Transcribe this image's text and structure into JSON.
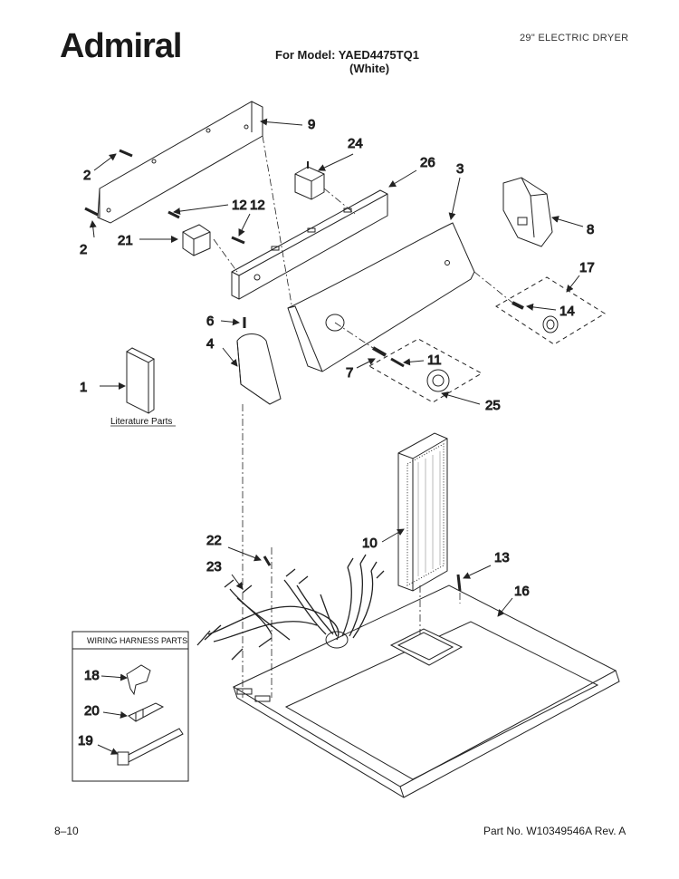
{
  "header": {
    "brand": "Admiral",
    "model_line": "For Model: YAED4475TQ1",
    "color_line": "(White)",
    "product": "29\" ELECTRIC DRYER"
  },
  "footer": {
    "page_number": "8–10",
    "part_number": "Part No. W10349546A Rev. A"
  },
  "diagram": {
    "literature_label": "Literature Parts",
    "wiring_box_title": "WIRING HARNESS PARTS",
    "callouts": {
      "c1": "1",
      "c2a": "2",
      "c2b": "2",
      "c3": "3",
      "c4": "4",
      "c6": "6",
      "c7": "7",
      "c8": "8",
      "c9": "9",
      "c10": "10",
      "c11": "11",
      "c12a": "12",
      "c12b": "12",
      "c13": "13",
      "c14": "14",
      "c16": "16",
      "c17": "17",
      "c18": "18",
      "c19": "19",
      "c20": "20",
      "c21": "21",
      "c22": "22",
      "c23": "23",
      "c24": "24",
      "c25": "25",
      "c26": "26"
    }
  }
}
